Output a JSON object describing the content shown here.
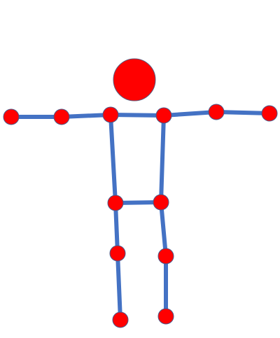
{
  "figure": {
    "colors": {
      "background": "#ffffff",
      "limb": "#4472c4",
      "joint_fill": "#ff0000",
      "joint_stroke": "#4a5a8a",
      "head_fill": "#ff0000",
      "head_stroke": "#5a5a7a"
    },
    "head": {
      "name": "head"
    },
    "joints": [
      {
        "id": "left-hand"
      },
      {
        "id": "left-elbow"
      },
      {
        "id": "left-shoulder"
      },
      {
        "id": "right-shoulder"
      },
      {
        "id": "right-elbow"
      },
      {
        "id": "right-hand"
      },
      {
        "id": "left-hip"
      },
      {
        "id": "right-hip"
      },
      {
        "id": "left-knee"
      },
      {
        "id": "right-knee"
      },
      {
        "id": "left-foot"
      },
      {
        "id": "right-foot"
      }
    ],
    "bones": [
      [
        "left-hand",
        "left-elbow"
      ],
      [
        "left-elbow",
        "left-shoulder"
      ],
      [
        "left-shoulder",
        "right-shoulder"
      ],
      [
        "right-shoulder",
        "right-elbow"
      ],
      [
        "right-elbow",
        "right-hand"
      ],
      [
        "left-shoulder",
        "left-hip"
      ],
      [
        "right-shoulder",
        "right-hip"
      ],
      [
        "left-hip",
        "right-hip"
      ],
      [
        "left-hip",
        "left-knee"
      ],
      [
        "left-knee",
        "left-foot"
      ],
      [
        "right-hip",
        "right-knee"
      ],
      [
        "right-knee",
        "right-foot"
      ]
    ]
  }
}
